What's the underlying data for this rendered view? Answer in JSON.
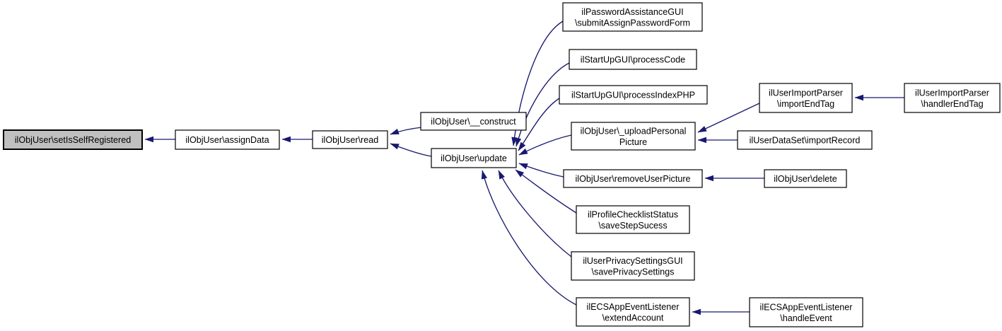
{
  "diagram": {
    "kind": "caller-graph",
    "colors": {
      "background": "#ffffff",
      "edge": "#191970",
      "node_fill": "#ffffff",
      "node_border": "#000000",
      "highlight_fill": "#c0c0c0"
    },
    "nodes": [
      {
        "id": "setIsSelfRegistered",
        "lines": [
          "ilObjUser\\setIsSelfRegistered"
        ],
        "highlighted": true
      },
      {
        "id": "assignData",
        "lines": [
          "ilObjUser\\assignData"
        ],
        "highlighted": false
      },
      {
        "id": "read",
        "lines": [
          "ilObjUser\\read"
        ],
        "highlighted": false
      },
      {
        "id": "construct",
        "lines": [
          "ilObjUser\\__construct"
        ],
        "highlighted": false
      },
      {
        "id": "update",
        "lines": [
          "ilObjUser\\update"
        ],
        "highlighted": false
      },
      {
        "id": "submitAssignPasswordForm",
        "lines": [
          "ilPasswordAssistanceGUI",
          "\\submitAssignPasswordForm"
        ],
        "highlighted": false
      },
      {
        "id": "processCode",
        "lines": [
          "ilStartUpGUI\\processCode"
        ],
        "highlighted": false
      },
      {
        "id": "processIndexPHP",
        "lines": [
          "ilStartUpGUI\\processIndexPHP"
        ],
        "highlighted": false
      },
      {
        "id": "uploadPersonalPicture",
        "lines": [
          "ilObjUser\\_uploadPersonal",
          "Picture"
        ],
        "highlighted": false
      },
      {
        "id": "importEndTag",
        "lines": [
          "ilUserImportParser",
          "\\importEndTag"
        ],
        "highlighted": false
      },
      {
        "id": "handlerEndTag",
        "lines": [
          "ilUserImportParser",
          "\\handlerEndTag"
        ],
        "highlighted": false
      },
      {
        "id": "importRecord",
        "lines": [
          "ilUserDataSet\\importRecord"
        ],
        "highlighted": false
      },
      {
        "id": "removeUserPicture",
        "lines": [
          "ilObjUser\\removeUserPicture"
        ],
        "highlighted": false
      },
      {
        "id": "delete",
        "lines": [
          "ilObjUser\\delete"
        ],
        "highlighted": false
      },
      {
        "id": "saveStepSucess",
        "lines": [
          "ilProfileChecklistStatus",
          "\\saveStepSucess"
        ],
        "highlighted": false
      },
      {
        "id": "savePrivacySettings",
        "lines": [
          "ilUserPrivacySettingsGUI",
          "\\savePrivacySettings"
        ],
        "highlighted": false
      },
      {
        "id": "extendAccount",
        "lines": [
          "ilECSAppEventListener",
          "\\extendAccount"
        ],
        "highlighted": false
      },
      {
        "id": "handleEvent",
        "lines": [
          "ilECSAppEventListener",
          "\\handleEvent"
        ],
        "highlighted": false
      }
    ],
    "edges": [
      {
        "from": "assignData",
        "to": "setIsSelfRegistered"
      },
      {
        "from": "read",
        "to": "assignData"
      },
      {
        "from": "construct",
        "to": "read"
      },
      {
        "from": "update",
        "to": "read"
      },
      {
        "from": "submitAssignPasswordForm",
        "to": "update"
      },
      {
        "from": "processCode",
        "to": "update"
      },
      {
        "from": "processIndexPHP",
        "to": "update"
      },
      {
        "from": "uploadPersonalPicture",
        "to": "update"
      },
      {
        "from": "removeUserPicture",
        "to": "update"
      },
      {
        "from": "saveStepSucess",
        "to": "update"
      },
      {
        "from": "savePrivacySettings",
        "to": "update"
      },
      {
        "from": "extendAccount",
        "to": "update"
      },
      {
        "from": "importEndTag",
        "to": "uploadPersonalPicture"
      },
      {
        "from": "importRecord",
        "to": "uploadPersonalPicture"
      },
      {
        "from": "handlerEndTag",
        "to": "importEndTag"
      },
      {
        "from": "delete",
        "to": "removeUserPicture"
      },
      {
        "from": "handleEvent",
        "to": "extendAccount"
      }
    ]
  }
}
